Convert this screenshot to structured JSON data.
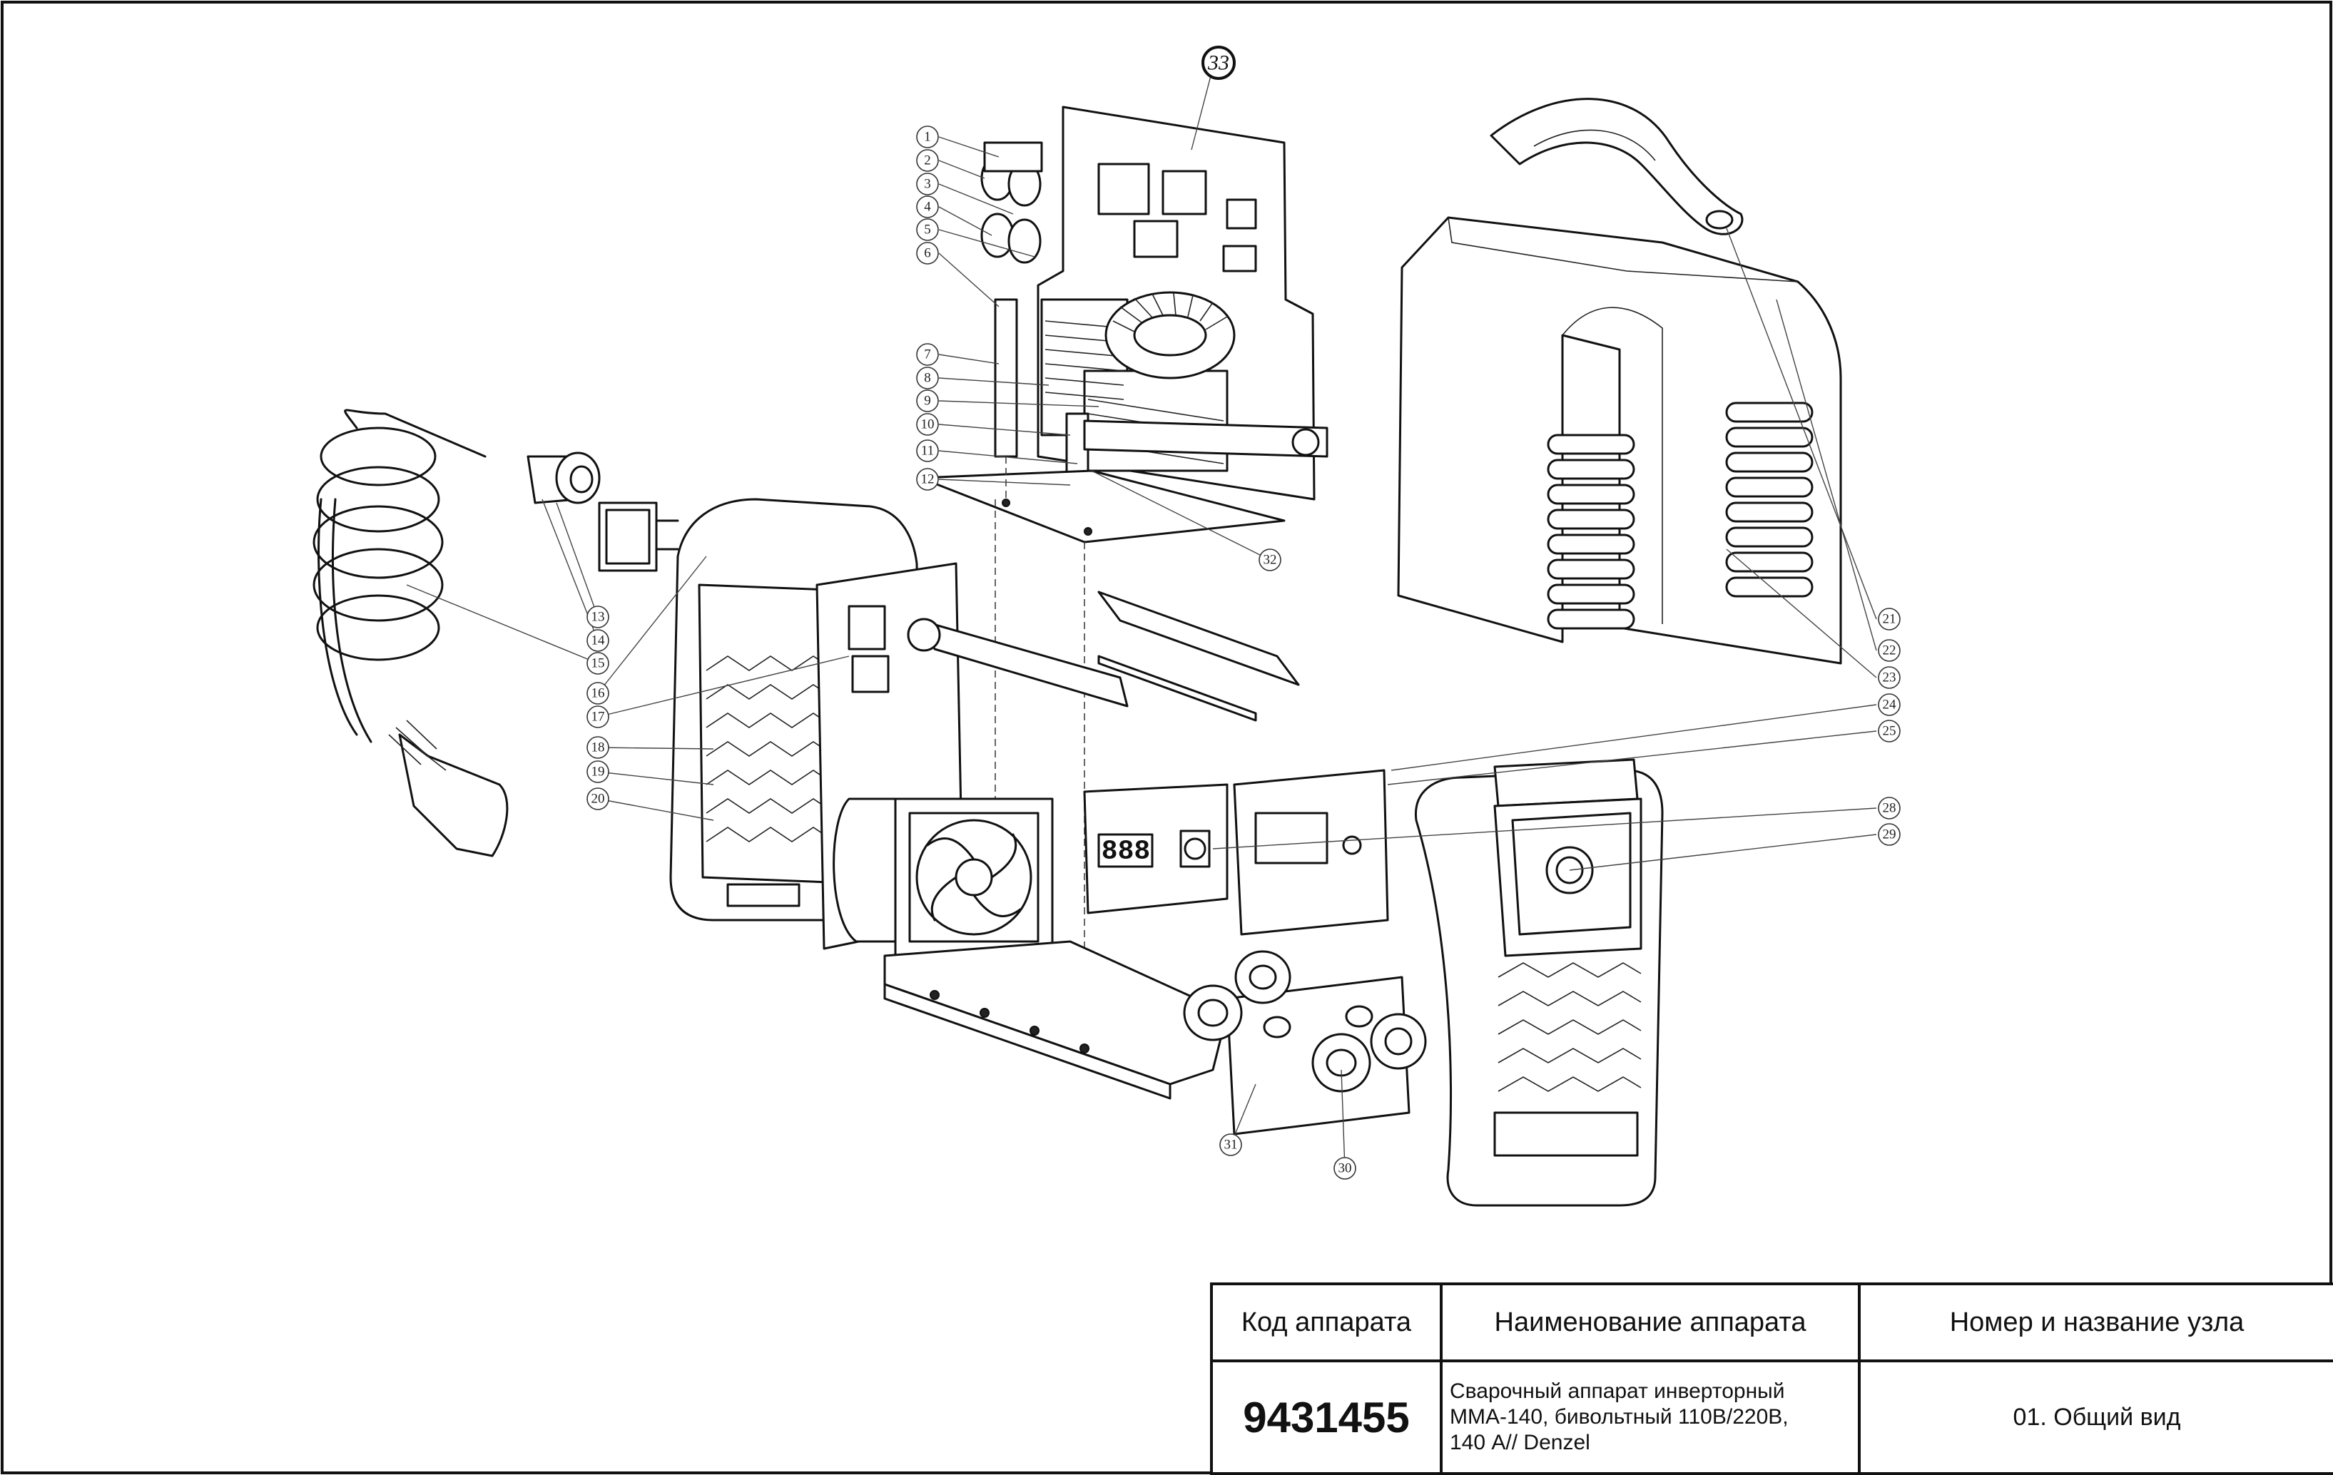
{
  "diagram": {
    "callouts": [
      "1",
      "2",
      "3",
      "4",
      "5",
      "6",
      "7",
      "8",
      "9",
      "10",
      "11",
      "12",
      "13",
      "14",
      "15",
      "16",
      "17",
      "18",
      "19",
      "20",
      "21",
      "22",
      "23",
      "24",
      "25",
      "28",
      "29",
      "30",
      "31",
      "32",
      "33"
    ],
    "display_digits": "888"
  },
  "title_block": {
    "header_code": "Код аппарата",
    "header_name": "Наименование аппарата",
    "header_unit": "Номер и название узла",
    "code": "9431455",
    "name_line1": "Сварочный аппарат инверторный",
    "name_line2": "ММА-140, бивольтный 110В/220В,",
    "name_line3": "140 А// Denzel",
    "unit": "01. Общий вид"
  }
}
